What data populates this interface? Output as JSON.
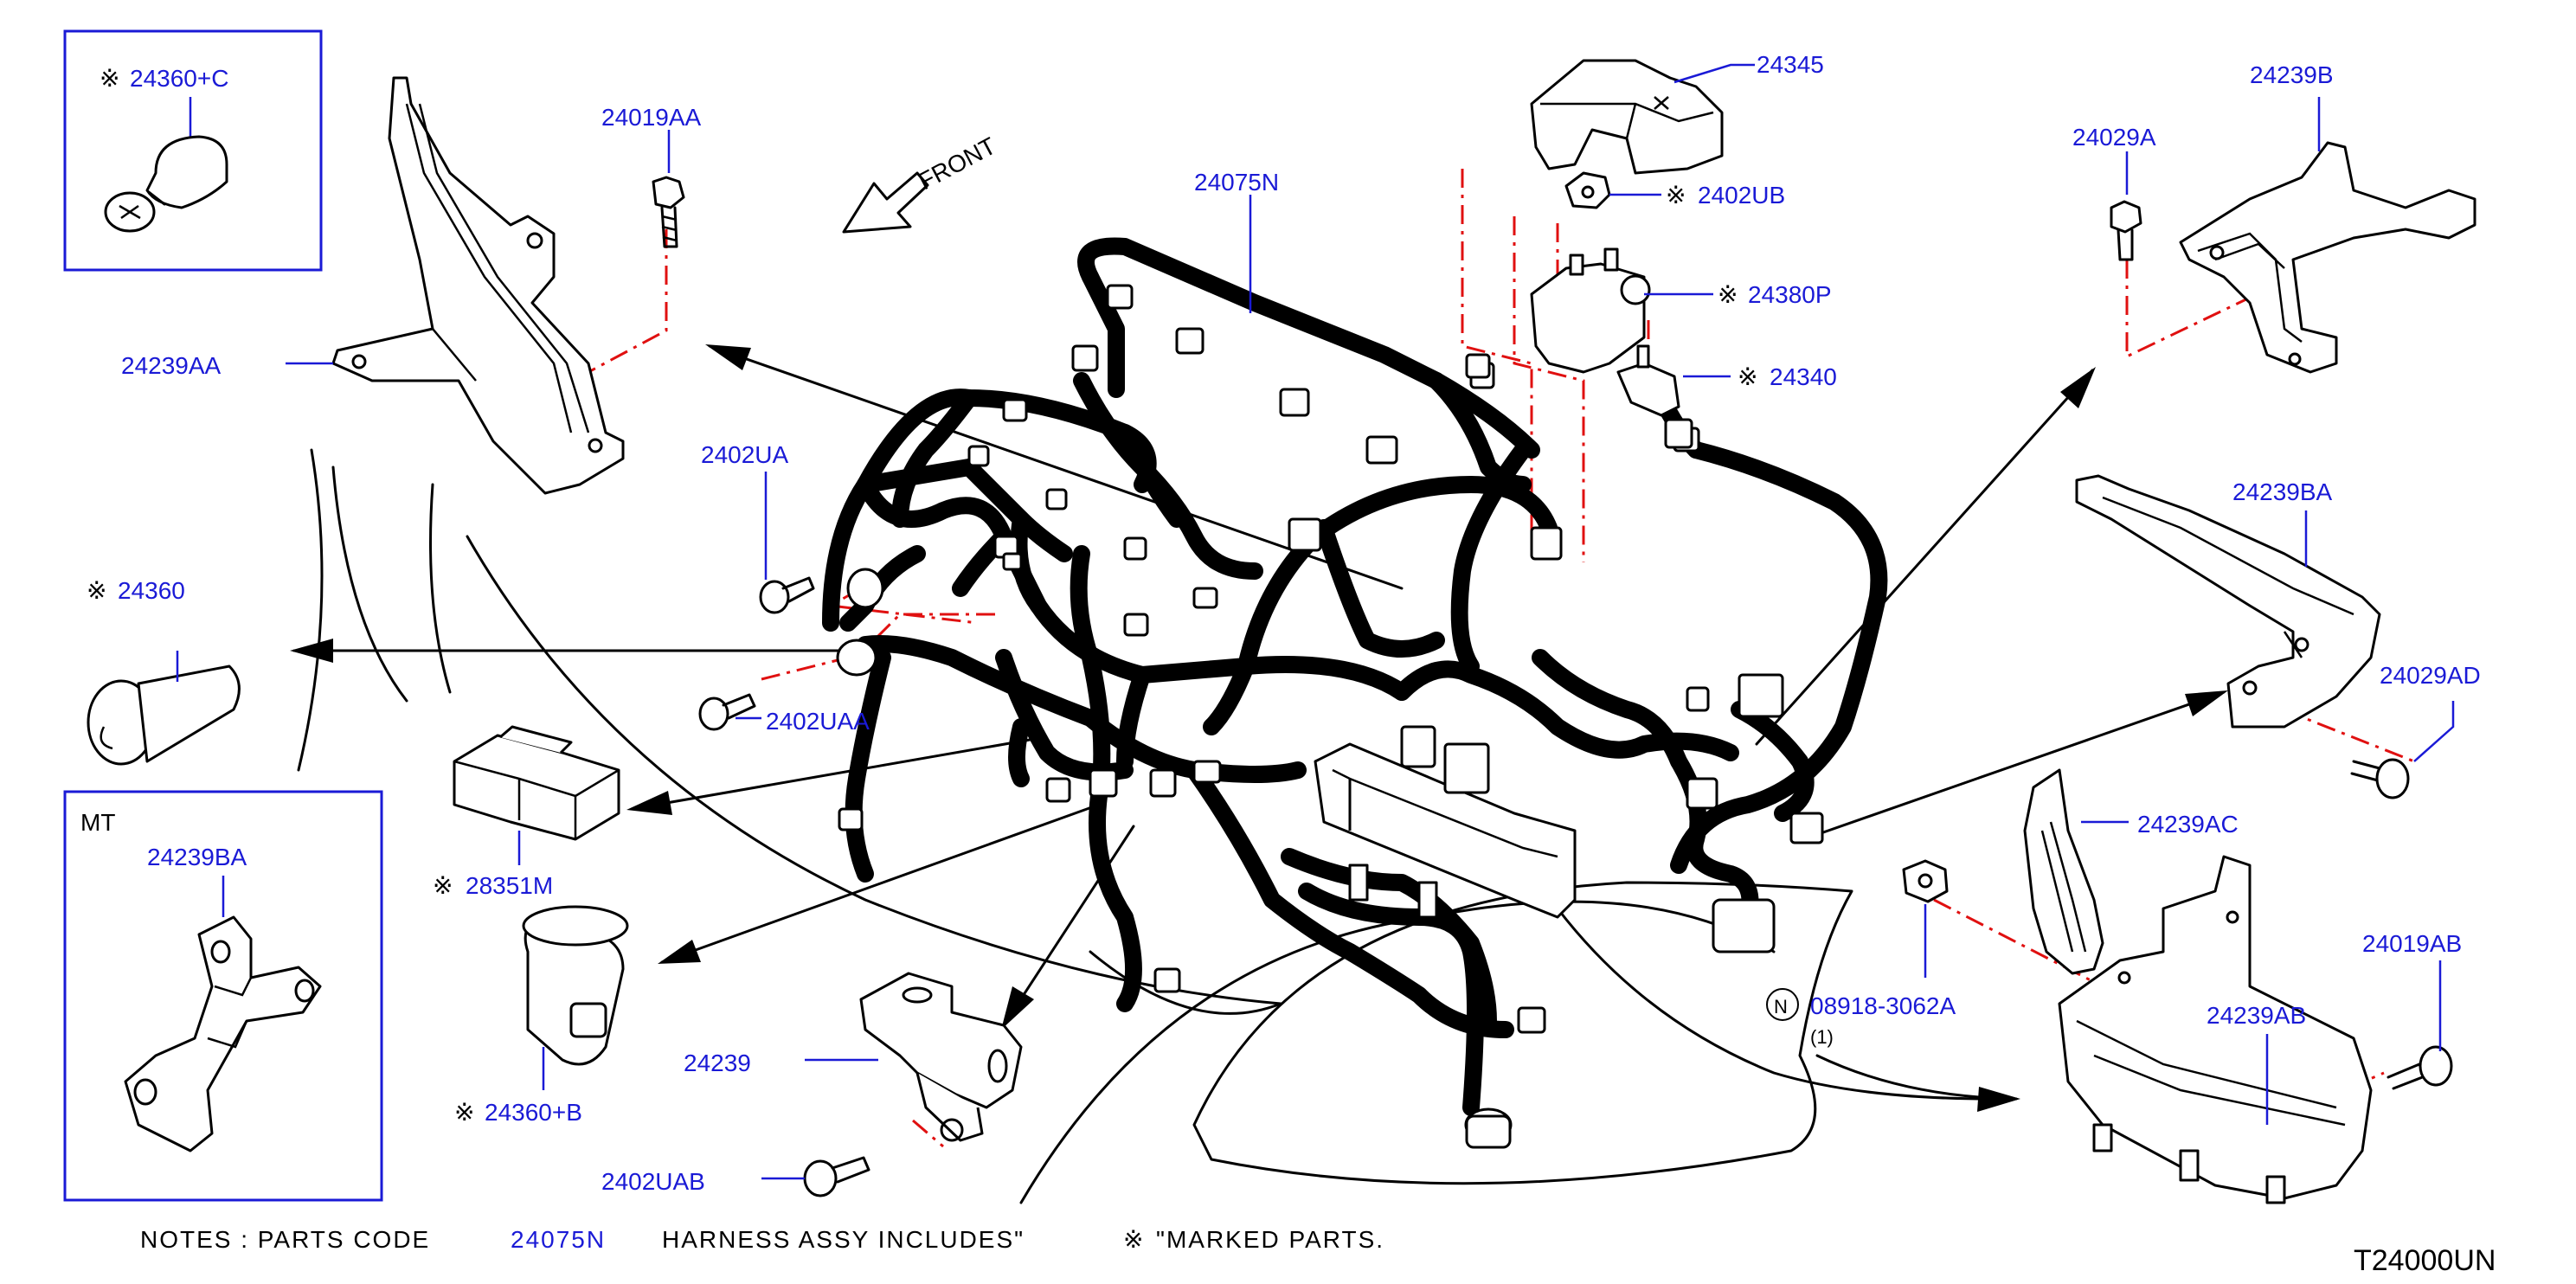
{
  "title_code": "T24000UN",
  "orientation_label": "FRONT",
  "notes": {
    "prefix": "NOTES  :  PARTS  CODE",
    "code": "24075N",
    "middle": "HARNESS  ASSY  INCLUDES\"",
    "mark": "※",
    "suffix": "\"MARKED  PARTS."
  },
  "boxes": {
    "top_left_part": "24360+C",
    "mt_label": "MT",
    "mt_part": "24239BA"
  },
  "parts": {
    "p24019AA": "24019AA",
    "p24075N": "24075N",
    "p24345": "24345",
    "p2402UB": "2402UB",
    "p24380P": "24380P",
    "p24340": "24340",
    "p24029A": "24029A",
    "p24239B": "24239B",
    "p24239AA": "24239AA",
    "p2402UA": "2402UA",
    "p24360": "24360",
    "p2402UAA": "2402UAA",
    "p28351M": "28351M",
    "p24360B": "24360+B",
    "p24239": "24239",
    "p2402UAB": "2402UAB",
    "p24239BA": "24239BA",
    "p24029AD": "24029AD",
    "p24239AC": "24239AC",
    "p08918": "08918-3062A",
    "p08918_n": "N",
    "p08918_qty": "(1)",
    "p24019AB": "24019AB",
    "p24239AB": "24239AB"
  },
  "marker_symbol": "※",
  "colors": {
    "label": "#1a1ad6",
    "hidden_line": "#e01010",
    "ink": "#000000"
  },
  "icons": [
    "arrow-icon",
    "bolt-icon",
    "nut-icon",
    "connector-icon",
    "bracket-icon",
    "grommet-icon",
    "cap-icon"
  ]
}
